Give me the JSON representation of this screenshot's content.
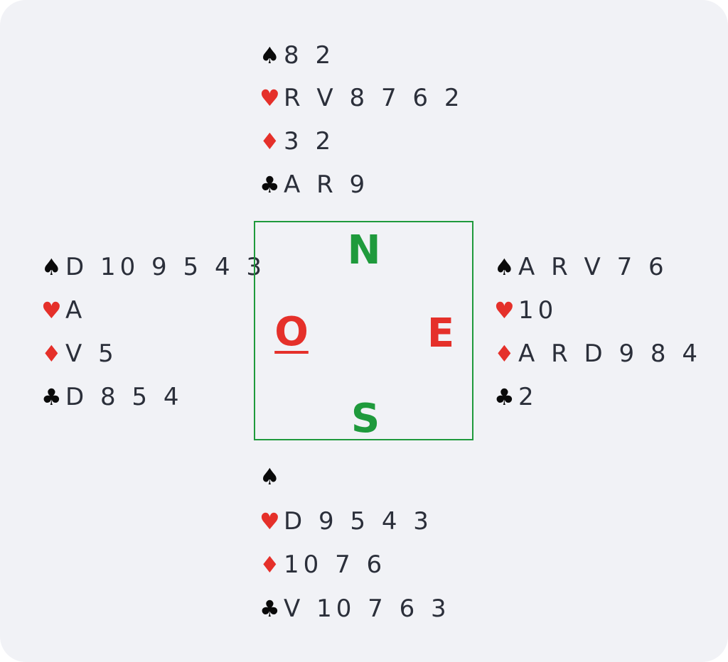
{
  "colors": {
    "background": "#f1f2f6",
    "text": "#2b2f3a",
    "black_suit": "#0a0a0a",
    "red_suit": "#e5302a",
    "compass_green": "#1f9a3c"
  },
  "suit_icons": {
    "spades": "♠",
    "hearts": "♥",
    "diamonds": "♦",
    "clubs": "♣"
  },
  "hands": {
    "north": {
      "spades": "8 2",
      "hearts": "R V 8 7 6 2",
      "diamonds": "3 2",
      "clubs": "A R 9"
    },
    "west": {
      "spades": "D 10 9 5 4 3",
      "hearts": "A",
      "diamonds": "V 5",
      "clubs": "D 8 5 4"
    },
    "east": {
      "spades": "A R V 7 6",
      "hearts": "10",
      "diamonds": "A R D 9 8 4",
      "clubs": "2"
    },
    "south": {
      "spades": "",
      "hearts": "D 9 5 4 3",
      "diamonds": "10 7 6",
      "clubs": "V 10 7 6 3"
    }
  },
  "compass": {
    "north": "N",
    "south": "S",
    "east": "E",
    "west": "O",
    "dealer": "O"
  }
}
